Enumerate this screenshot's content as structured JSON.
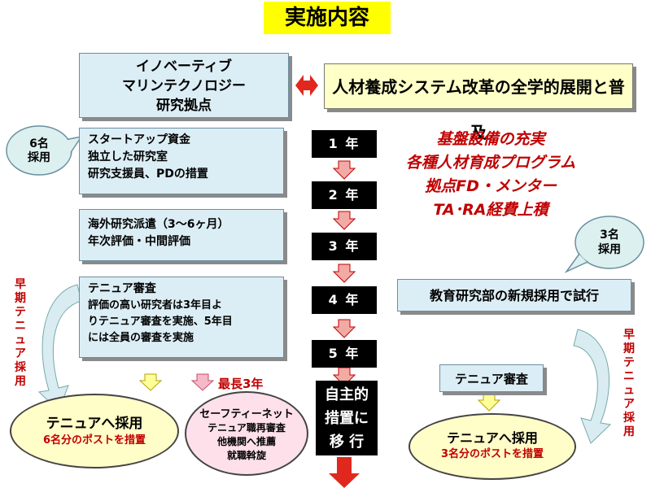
{
  "title": "実施内容",
  "header": {
    "left_lines": [
      "イノベーティブ",
      "マリンテクノロジー",
      "研究拠点"
    ],
    "right": "人材養成システム改革の全学的展開と普及"
  },
  "left_boxes": [
    [
      "スタートアップ資金",
      "独立した研究室",
      "研究支援員、PDの措置"
    ],
    [
      "海外研究派遣（3～6ヶ月）",
      "年次評価・中間評価"
    ],
    [
      "テニュア審査",
      "評価の高い研究者は3年目よ",
      "りテニュア審査を実施、5年目",
      "には全員の審査を実施"
    ]
  ],
  "years": [
    "1 年",
    "2 年",
    "3 年",
    "4 年",
    "5 年"
  ],
  "final_step": [
    "自主的",
    "措置に",
    "移 行"
  ],
  "right_list": [
    "基盤設備の充実",
    "各種人材育成プログラム",
    "拠点FD・メンター",
    "TA･RA経費上積"
  ],
  "left_bubble": [
    "6名",
    "採用"
  ],
  "right_bubble": [
    "3名",
    "採用"
  ],
  "right_trial": "教育研究部の新規採用で試行",
  "right_tenure_review": "テニュア審査",
  "early_tenure_left": [
    "早",
    "期",
    "テ",
    "ニ",
    "ュ",
    "ア",
    "採",
    "用"
  ],
  "early_tenure_right": [
    "早",
    "期",
    "テ",
    "ニ",
    "ュ",
    "ア",
    "採",
    "用"
  ],
  "max_years": "最長3年",
  "left_oval": {
    "title": "テニュアへ採用",
    "sub": "6名分のポストを措置"
  },
  "right_oval": {
    "title": "テニュアへ採用",
    "sub": "3名分のポストを措置"
  },
  "safety_net": {
    "title": "セーフティーネット",
    "lines": [
      "テニュア職再審査",
      "他機関へ推薦",
      "就職斡旋"
    ]
  },
  "colors": {
    "title_bg": "#ffff00",
    "box_bg": "#dceef5",
    "header_right_bg": "#ffffc8",
    "red": "#c00000",
    "arrow_red": "#e0281e",
    "oval_bg": "#fffdc8"
  }
}
